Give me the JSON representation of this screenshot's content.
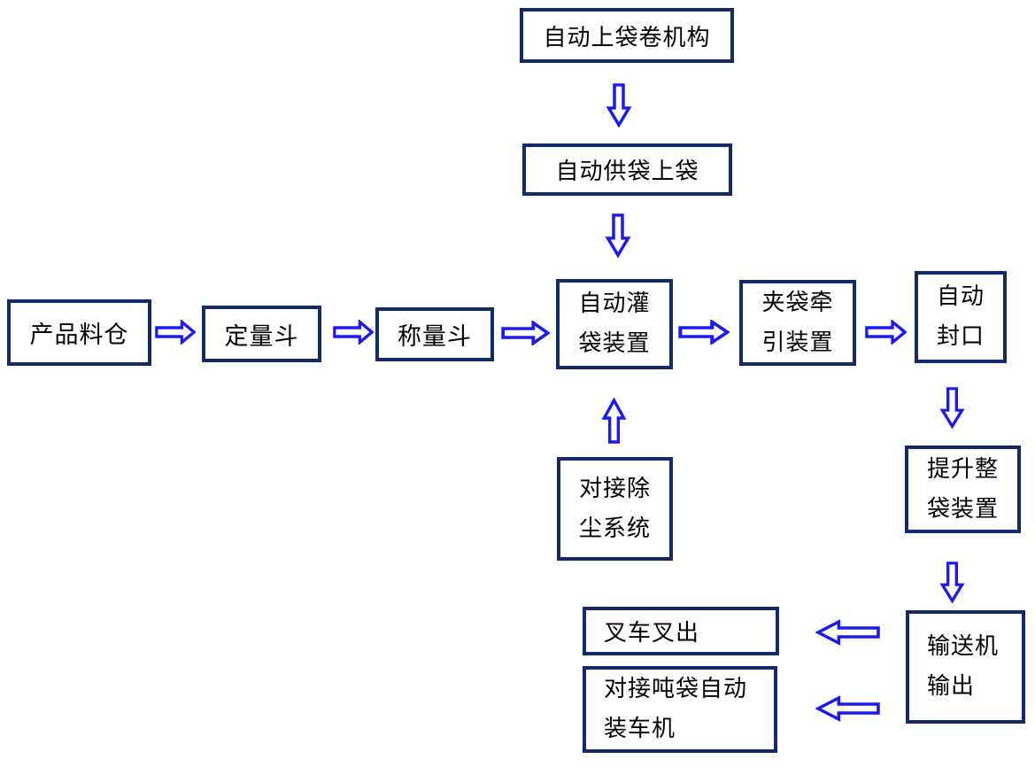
{
  "diagram_type": "flowchart",
  "colors": {
    "box_border": "#13296a",
    "arrow_blue": "#1b1bf0",
    "text": "#000000",
    "background": "#ffffff"
  },
  "boxes": [
    {
      "id": "auto-bag-roll-mechanism",
      "label": "自动上袋卷机构",
      "lines": [
        "自动上袋卷机构"
      ]
    },
    {
      "id": "auto-bag-supply",
      "label": "自动供袋上袋",
      "lines": [
        "自动供袋上袋"
      ]
    },
    {
      "id": "product-silo",
      "label": "产品料仓",
      "lines": [
        "产品料仓"
      ]
    },
    {
      "id": "quantitative-hopper",
      "label": "定量斗",
      "lines": [
        "定量斗"
      ]
    },
    {
      "id": "weighing-hopper",
      "label": "称量斗",
      "lines": [
        "称量斗"
      ]
    },
    {
      "id": "auto-bag-filling",
      "label": "自动灌袋装置",
      "lines": [
        "自动灌",
        "袋装置"
      ]
    },
    {
      "id": "bag-clamp-traction",
      "label": "夹袋牵引装置",
      "lines": [
        "夹袋牵",
        "引装置"
      ]
    },
    {
      "id": "auto-sealing",
      "label": "自动封口",
      "lines": [
        "自动",
        "封口"
      ]
    },
    {
      "id": "dust-removal-docking",
      "label": "对接除尘系统",
      "lines": [
        "对接除",
        "尘系统"
      ]
    },
    {
      "id": "bag-lifting",
      "label": "提升整袋装置",
      "lines": [
        "提升整",
        "袋装置"
      ]
    },
    {
      "id": "conveyor-output",
      "label": "输送机输出",
      "lines": [
        "输送机",
        "输出"
      ]
    },
    {
      "id": "forklift-out",
      "label": "叉车叉出",
      "lines": [
        "叉车叉出"
      ]
    },
    {
      "id": "ton-bag-truck-loader",
      "label": "对接吨袋自动装车机",
      "lines": [
        "对接吨袋自动",
        "装车机"
      ]
    }
  ],
  "arrows": [
    {
      "id": "a1",
      "direction": "down",
      "from": "auto-bag-roll-mechanism",
      "to": "auto-bag-supply"
    },
    {
      "id": "a2",
      "direction": "down",
      "from": "auto-bag-supply",
      "to": "auto-bag-filling"
    },
    {
      "id": "a3",
      "direction": "right",
      "from": "product-silo",
      "to": "quantitative-hopper"
    },
    {
      "id": "a4",
      "direction": "right",
      "from": "quantitative-hopper",
      "to": "weighing-hopper"
    },
    {
      "id": "a5",
      "direction": "right",
      "from": "weighing-hopper",
      "to": "auto-bag-filling"
    },
    {
      "id": "a6",
      "direction": "right",
      "from": "auto-bag-filling",
      "to": "bag-clamp-traction"
    },
    {
      "id": "a7",
      "direction": "right",
      "from": "bag-clamp-traction",
      "to": "auto-sealing"
    },
    {
      "id": "a8",
      "direction": "down",
      "from": "auto-sealing",
      "to": "bag-lifting"
    },
    {
      "id": "a9",
      "direction": "up",
      "from": "dust-removal-docking",
      "to": "auto-bag-filling"
    },
    {
      "id": "a10",
      "direction": "down",
      "from": "bag-lifting",
      "to": "conveyor-output"
    },
    {
      "id": "a11",
      "direction": "left",
      "from": "conveyor-output",
      "to": "forklift-out"
    },
    {
      "id": "a12",
      "direction": "left",
      "from": "conveyor-output",
      "to": "ton-bag-truck-loader"
    }
  ]
}
